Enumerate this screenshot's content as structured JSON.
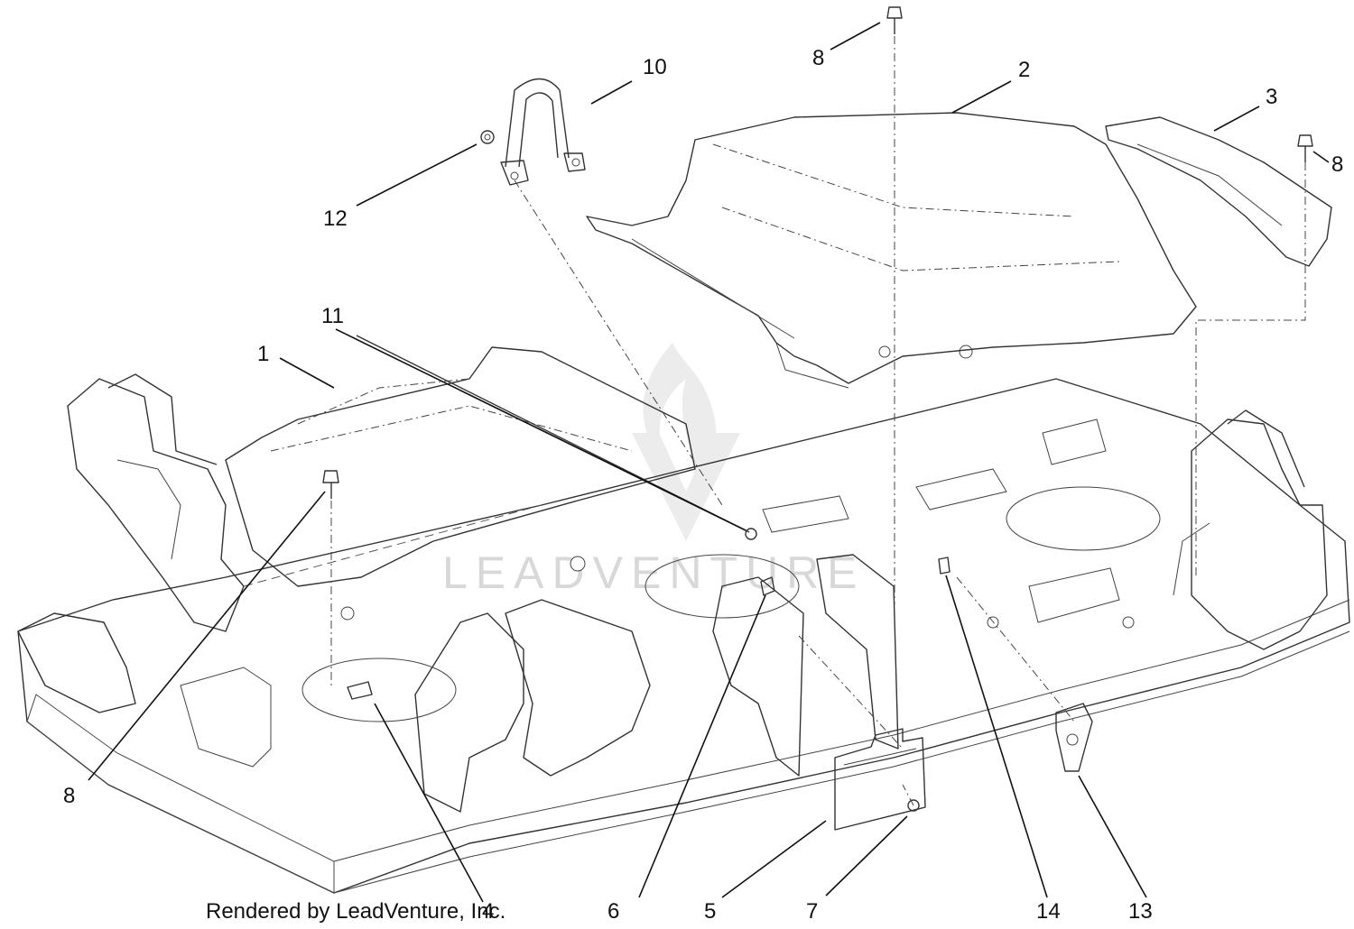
{
  "credit": "Rendered by LeadVenture, Inc.",
  "watermark": "LEADVENTURE",
  "callouts": [
    {
      "id": "c1",
      "label": "1"
    },
    {
      "id": "c2",
      "label": "2"
    },
    {
      "id": "c3",
      "label": "3"
    },
    {
      "id": "c4",
      "label": "4"
    },
    {
      "id": "c5",
      "label": "5"
    },
    {
      "id": "c6",
      "label": "6"
    },
    {
      "id": "c7",
      "label": "7"
    },
    {
      "id": "c8a",
      "label": "8"
    },
    {
      "id": "c8b",
      "label": "8"
    },
    {
      "id": "c8c",
      "label": "8"
    },
    {
      "id": "c10",
      "label": "10"
    },
    {
      "id": "c11",
      "label": "11"
    },
    {
      "id": "c12",
      "label": "12"
    },
    {
      "id": "c13",
      "label": "13"
    },
    {
      "id": "c14",
      "label": "14"
    }
  ]
}
